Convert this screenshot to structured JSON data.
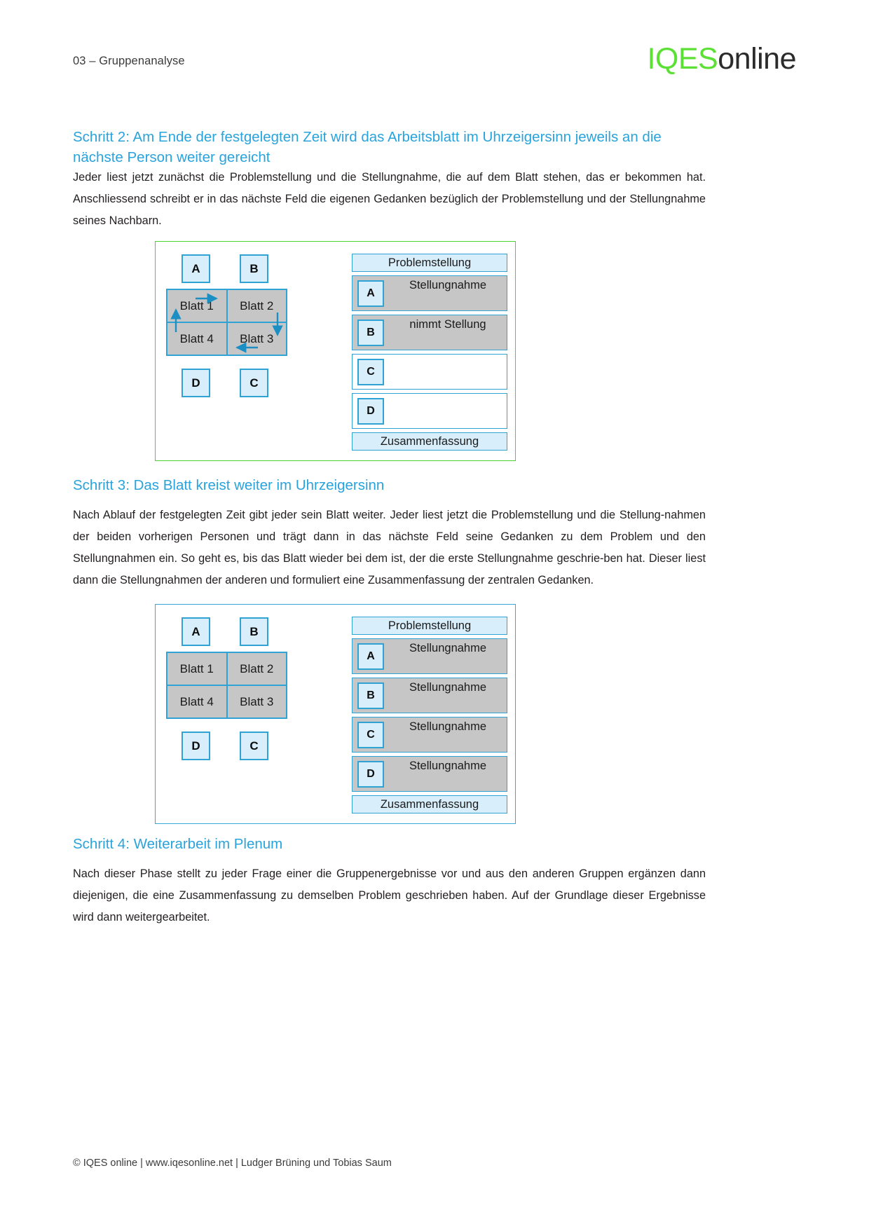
{
  "header": {
    "label": "03 – Gruppenanalyse",
    "logo_primary": "IQES",
    "logo_secondary": "online",
    "logo_primary_color": "#5ce035",
    "logo_secondary_color": "#2b2b2b"
  },
  "accent_color": "#29a3dc",
  "sections": [
    {
      "heading": "Schritt 2:  Am Ende der festgelegten Zeit wird das Arbeitsblatt im Uhrzeigersinn jeweils an die nächste Person weiter gereicht",
      "body": "Jeder liest jetzt zunächst die Problemstellung und die Stellungnahme, die auf dem Blatt stehen, das er bekommen hat. Anschliessend schreibt er in das nächste Feld die eigenen Gedanken bezüglich der Problemstellung und der Stellungnahme seines Nachbarn."
    },
    {
      "heading": "Schritt 3: Das Blatt kreist weiter im Uhrzeigersinn",
      "body": "Nach Ablauf der festgelegten Zeit gibt jeder sein Blatt weiter. Jeder liest jetzt die Problemstellung und die Stellung-nahmen der beiden vorherigen Personen und trägt dann in das nächste Feld seine Gedanken zu dem Problem und den Stellungnahmen ein. So geht es, bis das Blatt wieder bei dem ist, der die erste Stellungnahme geschrie-ben hat. Dieser liest dann die Stellungnahmen der anderen und formuliert eine Zusammenfassung der zentralen Gedanken."
    },
    {
      "heading": "Schritt 4: Weiterarbeit im Plenum",
      "body": "Nach dieser Phase stellt zu jeder Frage einer die Gruppenergebnisse vor und aus den anderen Gruppen ergänzen dann diejenigen, die eine Zusammenfassung zu demselben Problem geschrieben haben. Auf der Grundlage dieser Ergebnisse wird dann weitergearbeitet."
    }
  ],
  "diagram1": {
    "frame_color": "#4ad42b",
    "persons": {
      "top_left": "A",
      "top_right": "B",
      "bottom_left": "D",
      "bottom_right": "C"
    },
    "blatt_cells": [
      "Blatt 1",
      "Blatt 2",
      "Blatt 4",
      "Blatt 3"
    ],
    "sheet": {
      "head": "Problemstellung",
      "foot": "Zusammenfassung",
      "rows": [
        {
          "letter": "A",
          "text": "Stellungnahme",
          "filled": true
        },
        {
          "letter": "B",
          "text": "nimmt Stellung",
          "filled": true
        },
        {
          "letter": "C",
          "text": "",
          "filled": false
        },
        {
          "letter": "D",
          "text": "",
          "filled": false
        }
      ]
    }
  },
  "diagram2": {
    "frame_color": "#36a9d8",
    "persons": {
      "top_left": "A",
      "top_right": "B",
      "bottom_left": "D",
      "bottom_right": "C"
    },
    "blatt_cells": [
      "Blatt 1",
      "Blatt 2",
      "Blatt 4",
      "Blatt 3"
    ],
    "sheet": {
      "head": "Problemstellung",
      "foot": "Zusammenfassung",
      "rows": [
        {
          "letter": "A",
          "text": "Stellungnahme",
          "filled": true
        },
        {
          "letter": "B",
          "text": "Stellungnahme",
          "filled": true
        },
        {
          "letter": "C",
          "text": "Stellungnahme",
          "filled": true
        },
        {
          "letter": "D",
          "text": "Stellungnahme",
          "filled": true
        }
      ]
    }
  },
  "footer": {
    "text": "© IQES online | www.iqesonline.net | Ludger Brüning und Tobias Saum"
  }
}
